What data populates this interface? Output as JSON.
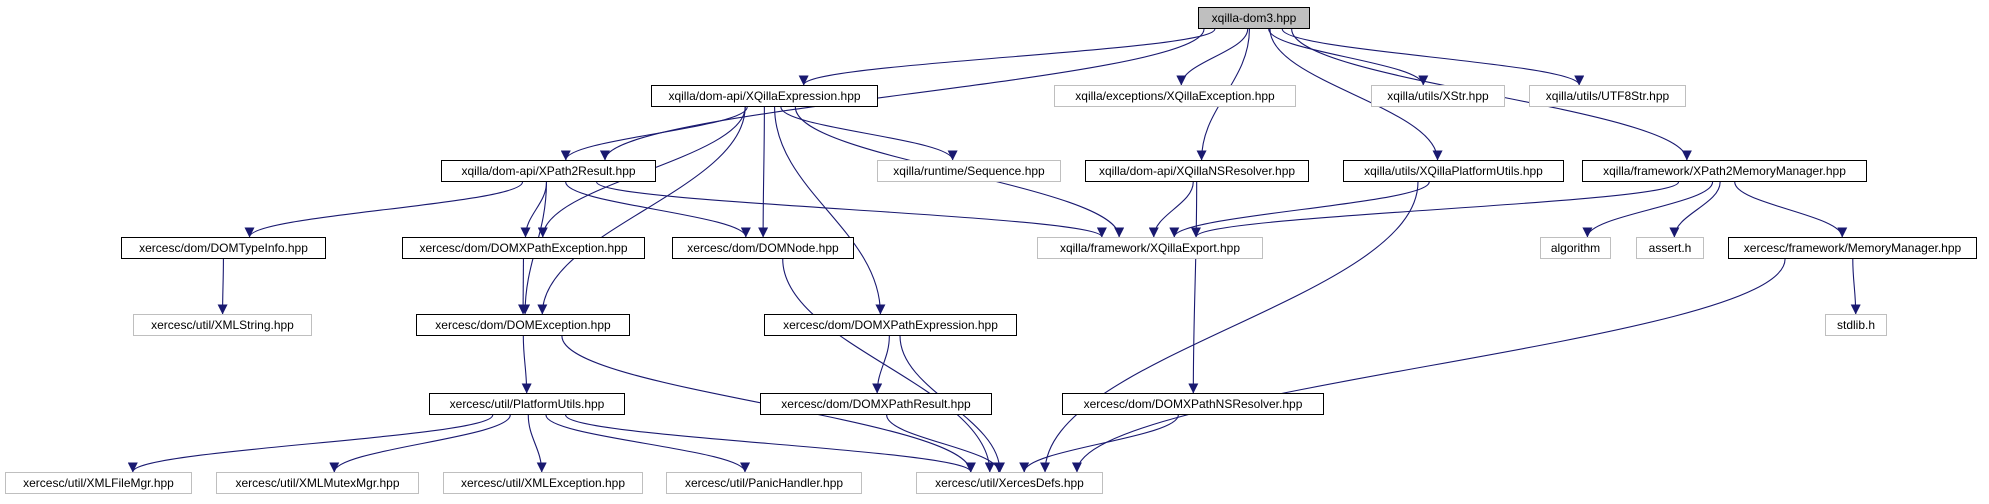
{
  "title": "xqilla-dom3.hpp",
  "colors": {
    "edge": "#191970",
    "root_fill": "#bfbfbf",
    "external_border": "#bfbfbf",
    "node_border": "#000000"
  },
  "nodes": [
    {
      "id": "root",
      "label": "xqilla-dom3.hpp",
      "kind": "root"
    },
    {
      "id": "xqexpr",
      "label": "xqilla/dom-api/XQillaExpression.hpp",
      "kind": "internal"
    },
    {
      "id": "xqexc",
      "label": "xqilla/exceptions/XQillaException.hpp",
      "kind": "external"
    },
    {
      "id": "xstr",
      "label": "xqilla/utils/XStr.hpp",
      "kind": "external"
    },
    {
      "id": "utf8",
      "label": "xqilla/utils/UTF8Str.hpp",
      "kind": "external"
    },
    {
      "id": "x2res",
      "label": "xqilla/dom-api/XPath2Result.hpp",
      "kind": "internal"
    },
    {
      "id": "seq",
      "label": "xqilla/runtime/Sequence.hpp",
      "kind": "external"
    },
    {
      "id": "nsres",
      "label": "xqilla/dom-api/XQillaNSResolver.hpp",
      "kind": "internal"
    },
    {
      "id": "plat",
      "label": "xqilla/utils/XQillaPlatformUtils.hpp",
      "kind": "internal"
    },
    {
      "id": "x2mm",
      "label": "xqilla/framework/XPath2MemoryManager.hpp",
      "kind": "internal"
    },
    {
      "id": "typeinfo",
      "label": "xercesc/dom/DOMTypeInfo.hpp",
      "kind": "internal"
    },
    {
      "id": "xpexc",
      "label": "xercesc/dom/DOMXPathException.hpp",
      "kind": "internal"
    },
    {
      "id": "domnode",
      "label": "xercesc/dom/DOMNode.hpp",
      "kind": "internal"
    },
    {
      "id": "xqexport",
      "label": "xqilla/framework/XQillaExport.hpp",
      "kind": "external"
    },
    {
      "id": "algorithm",
      "label": "algorithm",
      "kind": "external"
    },
    {
      "id": "asserth",
      "label": "assert.h",
      "kind": "external"
    },
    {
      "id": "memmgr",
      "label": "xercesc/framework/MemoryManager.hpp",
      "kind": "internal"
    },
    {
      "id": "xmlstring",
      "label": "xercesc/util/XMLString.hpp",
      "kind": "external"
    },
    {
      "id": "domexc",
      "label": "xercesc/dom/DOMException.hpp",
      "kind": "internal"
    },
    {
      "id": "xpexpr",
      "label": "xercesc/dom/DOMXPathExpression.hpp",
      "kind": "internal"
    },
    {
      "id": "stdlib",
      "label": "stdlib.h",
      "kind": "external"
    },
    {
      "id": "platutils",
      "label": "xercesc/util/PlatformUtils.hpp",
      "kind": "internal"
    },
    {
      "id": "xpresult",
      "label": "xercesc/dom/DOMXPathResult.hpp",
      "kind": "internal"
    },
    {
      "id": "xpnsres",
      "label": "xercesc/dom/DOMXPathNSResolver.hpp",
      "kind": "internal"
    },
    {
      "id": "filemgr",
      "label": "xercesc/util/XMLFileMgr.hpp",
      "kind": "external"
    },
    {
      "id": "mutexmgr",
      "label": "xercesc/util/XMLMutexMgr.hpp",
      "kind": "external"
    },
    {
      "id": "xmlexc",
      "label": "xercesc/util/XMLException.hpp",
      "kind": "external"
    },
    {
      "id": "panic",
      "label": "xercesc/util/PanicHandler.hpp",
      "kind": "external"
    },
    {
      "id": "xdefs",
      "label": "xercesc/util/XercesDefs.hpp",
      "kind": "external"
    }
  ],
  "edges": [
    [
      "root",
      "xqexpr"
    ],
    [
      "root",
      "xqexc"
    ],
    [
      "root",
      "xstr"
    ],
    [
      "root",
      "utf8"
    ],
    [
      "root",
      "x2res"
    ],
    [
      "root",
      "nsres"
    ],
    [
      "root",
      "plat"
    ],
    [
      "root",
      "x2mm"
    ],
    [
      "xqexpr",
      "x2res"
    ],
    [
      "xqexpr",
      "seq"
    ],
    [
      "xqexpr",
      "xpexc"
    ],
    [
      "xqexpr",
      "domnode"
    ],
    [
      "xqexpr",
      "xqexport"
    ],
    [
      "xqexpr",
      "domexc"
    ],
    [
      "xqexpr",
      "xpexpr"
    ],
    [
      "x2res",
      "typeinfo"
    ],
    [
      "x2res",
      "xpexc"
    ],
    [
      "x2res",
      "domnode"
    ],
    [
      "x2res",
      "xqexport"
    ],
    [
      "x2res",
      "domexc"
    ],
    [
      "nsres",
      "xqexport"
    ],
    [
      "nsres",
      "xpnsres"
    ],
    [
      "plat",
      "xqexport"
    ],
    [
      "plat",
      "xdefs"
    ],
    [
      "x2mm",
      "xqexport"
    ],
    [
      "x2mm",
      "algorithm"
    ],
    [
      "x2mm",
      "asserth"
    ],
    [
      "x2mm",
      "memmgr"
    ],
    [
      "typeinfo",
      "xmlstring"
    ],
    [
      "xpexc",
      "domexc"
    ],
    [
      "domnode",
      "xdefs"
    ],
    [
      "memmgr",
      "stdlib"
    ],
    [
      "memmgr",
      "xdefs"
    ],
    [
      "domexc",
      "platutils"
    ],
    [
      "domexc",
      "xdefs"
    ],
    [
      "xpexpr",
      "xpresult"
    ],
    [
      "xpexpr",
      "xdefs"
    ],
    [
      "platutils",
      "filemgr"
    ],
    [
      "platutils",
      "mutexmgr"
    ],
    [
      "platutils",
      "xmlexc"
    ],
    [
      "platutils",
      "panic"
    ],
    [
      "platutils",
      "xdefs"
    ],
    [
      "xpresult",
      "xdefs"
    ],
    [
      "xpnsres",
      "xdefs"
    ]
  ]
}
